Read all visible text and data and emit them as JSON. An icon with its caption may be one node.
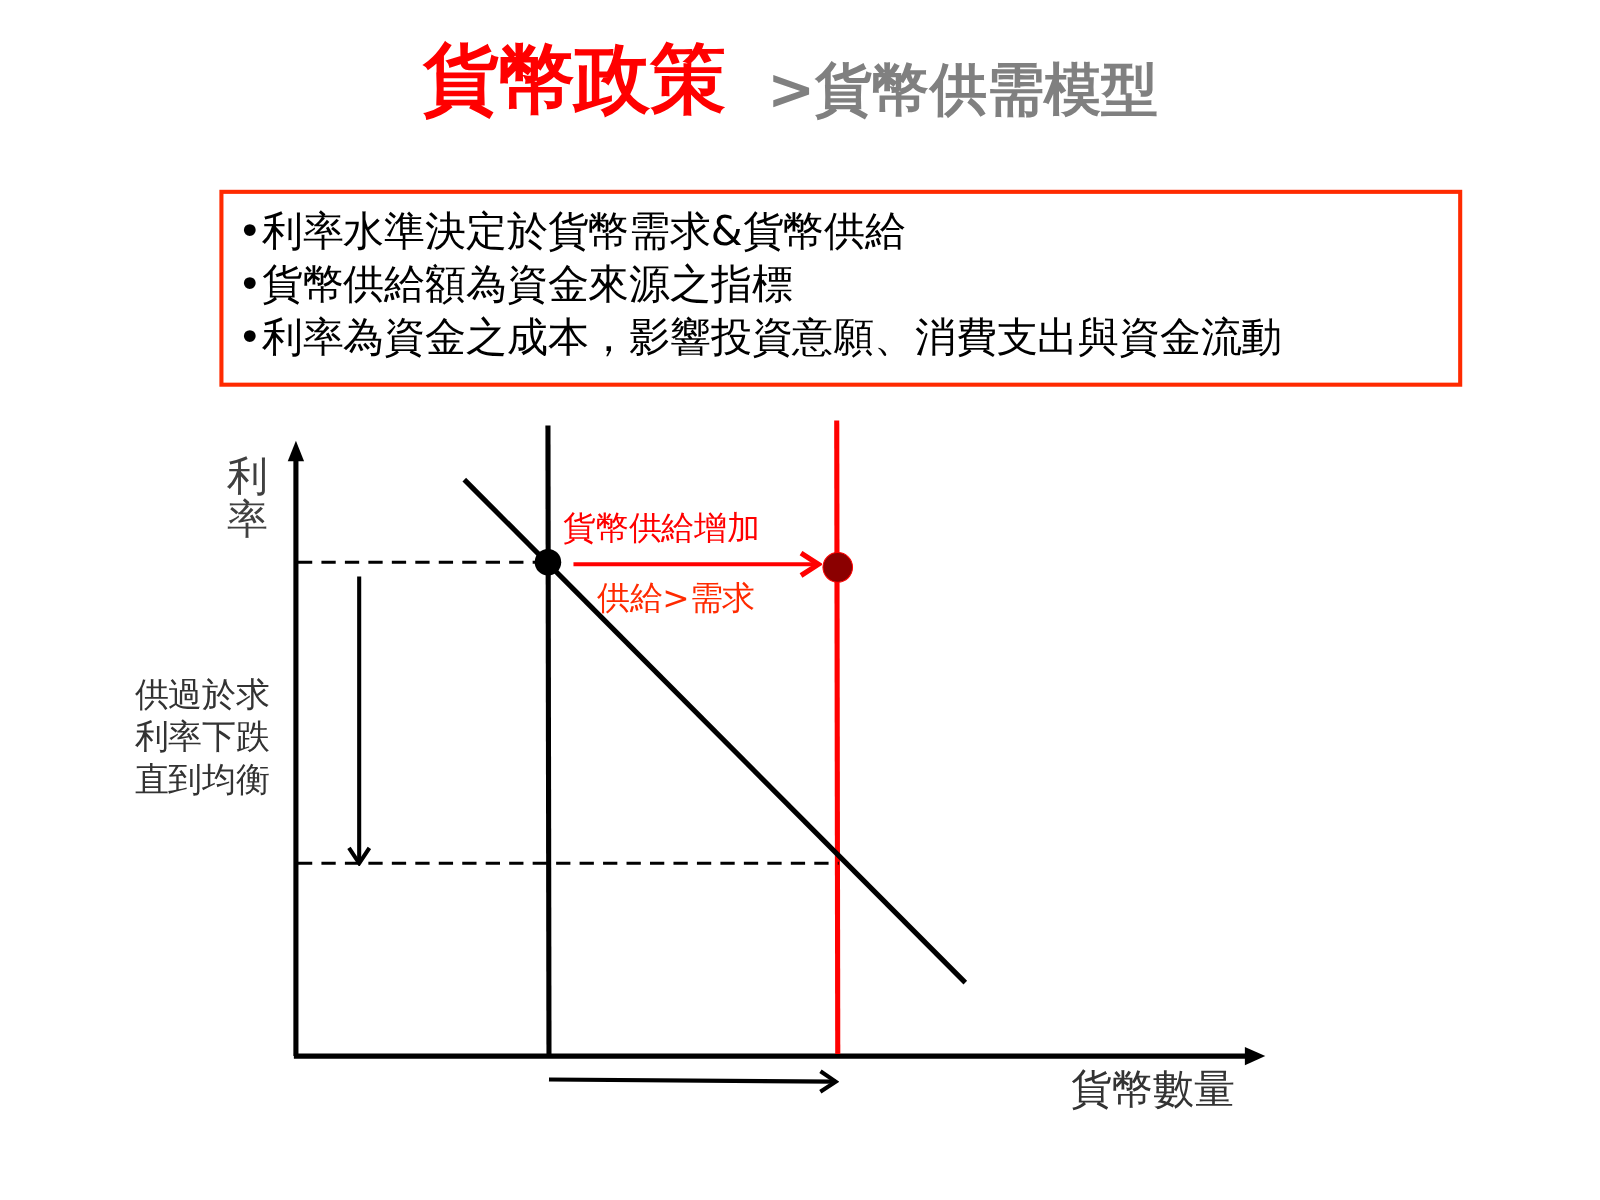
{
  "diagram": {
    "title": "貨幣政策",
    "nodes": [
      {
        "text": [
          "•利率水準決定於貨幣需求&貨幣供給",
          "•貨幣供給額為資金來源之指標",
          "•利率為資金之成本，影響投資意願、消費支出與資金流動"
        ]
      },
      {
        "text": [],
        "shape": "circle"
      },
      {
        "text": [],
        "shape": "circle"
      }
    ],
    "edges": [
      {
        "from": 1,
        "to": 2,
        "arrow": "to",
        "label": "貨幣供給增加",
        "color": "#ff0000"
      }
    ],
    "labels": [
      ">貨幣供需模型",
      "利率",
      "供給>需求",
      "供過於求利率下跌直到均衡",
      "貨幣數量"
    ]
  }
}
